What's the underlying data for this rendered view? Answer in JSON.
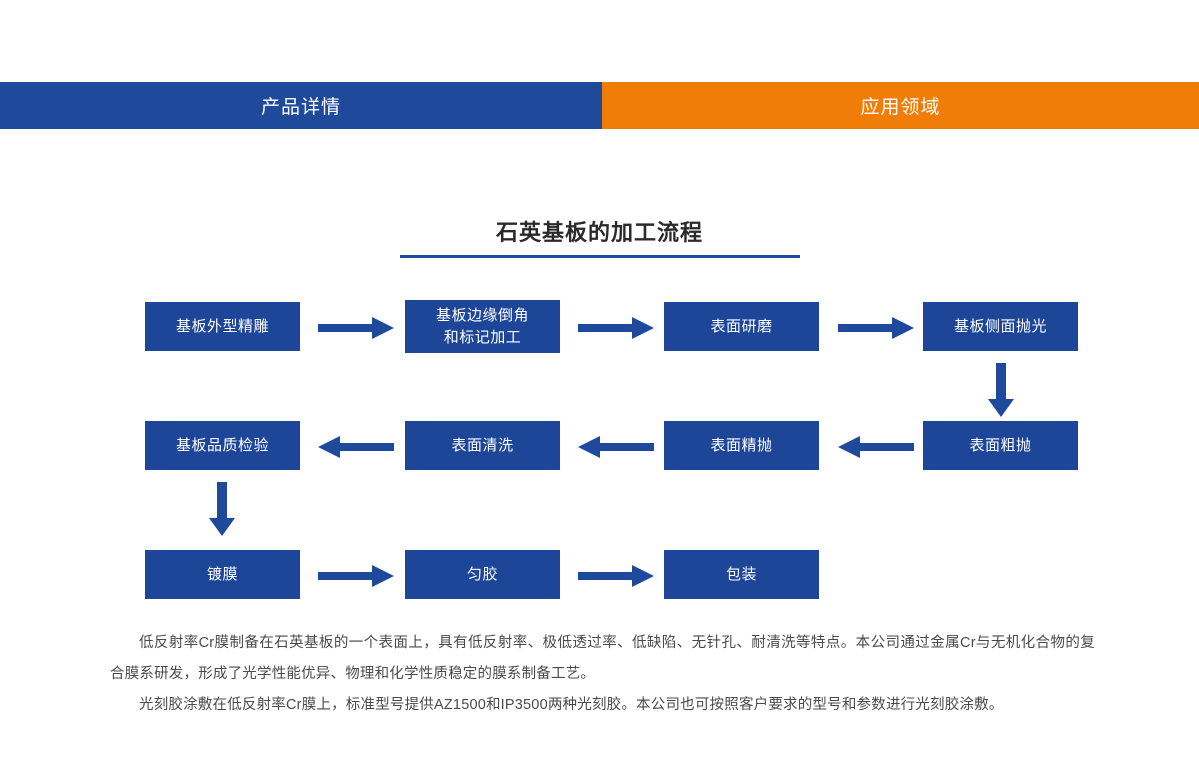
{
  "tabs": [
    {
      "label": "产品详情",
      "color": "#1f4a9c",
      "active": true
    },
    {
      "label": "应用领域",
      "color": "#ef7d07",
      "active": false
    }
  ],
  "section": {
    "title": "石英基板的加工流程",
    "rule_color": "#1f4a9c"
  },
  "flow": {
    "node_color": "#1d4699",
    "arrow_color": "#1f4a9c",
    "nodes": [
      {
        "id": "n1",
        "label": "基板外型精雕"
      },
      {
        "id": "n2",
        "label": "基板边缘倒角\n和标记加工"
      },
      {
        "id": "n3",
        "label": "表面研磨"
      },
      {
        "id": "n4",
        "label": "基板侧面抛光"
      },
      {
        "id": "n5",
        "label": "表面粗抛"
      },
      {
        "id": "n6",
        "label": "表面精抛"
      },
      {
        "id": "n7",
        "label": "表面清洗"
      },
      {
        "id": "n8",
        "label": "基板品质检验"
      },
      {
        "id": "n9",
        "label": "镀膜"
      },
      {
        "id": "n10",
        "label": "匀胶"
      },
      {
        "id": "n11",
        "label": "包装"
      }
    ],
    "connectors": [
      {
        "from": "n1",
        "to": "n2",
        "direction": "right"
      },
      {
        "from": "n2",
        "to": "n3",
        "direction": "right"
      },
      {
        "from": "n3",
        "to": "n4",
        "direction": "right"
      },
      {
        "from": "n4",
        "to": "n5",
        "direction": "down"
      },
      {
        "from": "n5",
        "to": "n6",
        "direction": "left"
      },
      {
        "from": "n6",
        "to": "n7",
        "direction": "left"
      },
      {
        "from": "n7",
        "to": "n8",
        "direction": "left"
      },
      {
        "from": "n8",
        "to": "n9",
        "direction": "down"
      },
      {
        "from": "n9",
        "to": "n10",
        "direction": "right"
      },
      {
        "from": "n10",
        "to": "n11",
        "direction": "right"
      }
    ]
  },
  "body": {
    "paragraph1": "低反射率Cr膜制备在石英基板的一个表面上，具有低反射率、极低透过率、低缺陷、无针孔、耐清洗等特点。本公司通过金属Cr与无机化合物的复合膜系研发，形成了光学性能优异、物理和化学性质稳定的膜系制备工艺。",
    "paragraph2": "光刻胶涂敷在低反射率Cr膜上，标准型号提供AZ1500和IP3500两种光刻胶。本公司也可按照客户要求的型号和参数进行光刻胶涂敷。"
  }
}
